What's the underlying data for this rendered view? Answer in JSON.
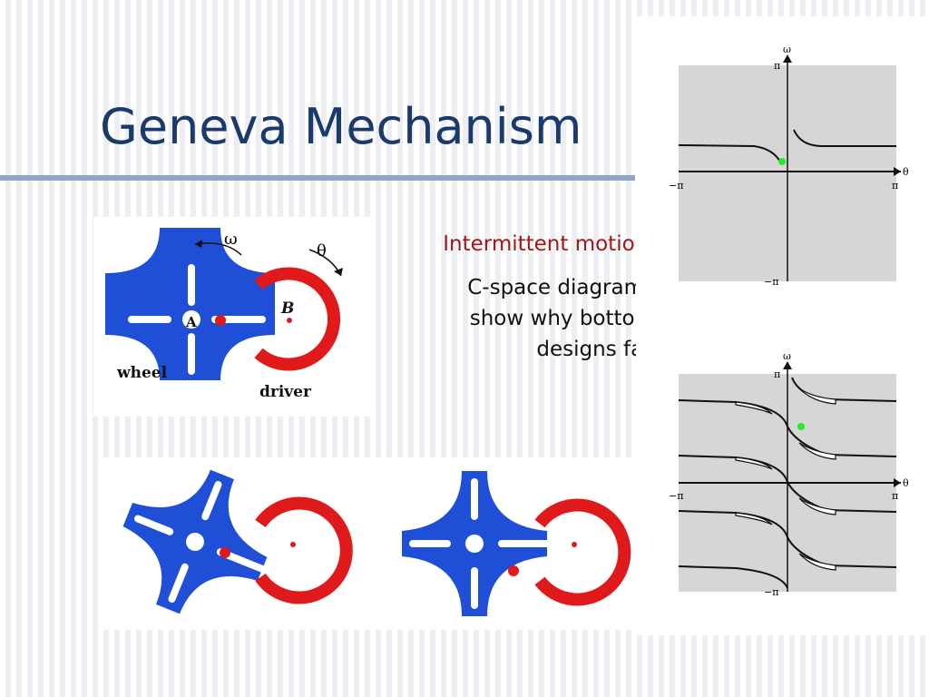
{
  "slide": {
    "title": "Geneva Mechanism",
    "subhead": "Intermittent motion:",
    "caption_lines": [
      "C-space diagrams",
      "show why bottom",
      "designs fail"
    ]
  },
  "diagram": {
    "labels": {
      "omega": "ω",
      "theta": "θ",
      "A": "A",
      "B": "B",
      "wheel": "wheel",
      "driver": "driver"
    }
  },
  "plots": {
    "omega": "ω",
    "theta": "θ",
    "pi": "π",
    "neg_pi": "−π"
  },
  "colors": {
    "title": "#1a3a6b",
    "subhead": "#a01818",
    "wheel": "#1f4fd6",
    "driver": "#e01a1a",
    "marker": "#22ee22",
    "plot_bg": "#d6d6d6",
    "rule": "#8ea6c8"
  }
}
